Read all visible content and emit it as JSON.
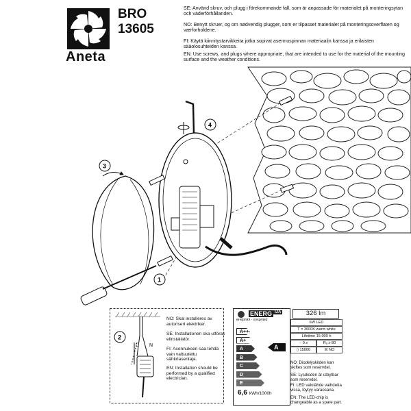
{
  "brand": {
    "name": "Aneta"
  },
  "model": {
    "name": "BRO",
    "number": "13605"
  },
  "instructions": [
    "SE: Använd skruv, och plugg i förekommande fall, som är anpassade för materialet på monteringsytan och väderförhållanden.",
    "NO: Benytt skruer, og om nødvendig plugger, som er tilpasset materialet på monteringsoverflaten og værforholdene.",
    "FI: Käytä kiinnitystarvikkeita jotka sopivat asennuspinnan materiaalin kanssa ja erilaisten sääolosuhteiden kanssa.",
    "EN: Use screws, and plugs where appropriate, that are intended to use for the material of the mounting surface and the weather conditions."
  ],
  "steps": [
    "1",
    "2",
    "3",
    "4"
  ],
  "wiring_labels": {
    "live": "L",
    "neutral": "N"
  },
  "install_notes": [
    "NO: Skal installeres av autorisert elektriker.",
    "SE: Installationen ska utföras elinstallatör.",
    "FI: Asennuksen saa tehdä vain valtuutettu sähköasentaja.",
    "EN: Installation should be performed by a qualified electrician."
  ],
  "energy_label": {
    "header_a": "ENERG",
    "header_b": "енергия · ενεργεια",
    "header_c": "IJA",
    "classes": [
      "A++",
      "A+",
      "A",
      "B",
      "C",
      "D",
      "E"
    ],
    "class_colors": [
      "#1a1a1a",
      "#1a1a1a",
      "#1a1a1a",
      "#1a1a1a",
      "#1a1a1a",
      "#1a1a1a",
      "#1a1a1a"
    ],
    "rating": "A",
    "consumption": "6,6",
    "consumption_unit": "kWh/1000h"
  },
  "product_info": {
    "lumen": "326 lm",
    "power": "6W LED",
    "color_temp": "T = 3000K warm white",
    "lifetime": "Lifetime  15 000 h",
    "warmup": "0 s",
    "cri": "Rₐ ≥ 80",
    "switch_cycles": "15000",
    "dimmable": "NO"
  },
  "led_notes": [
    "NO: Diodelyskilden kan skiftes som reservdel.",
    "SE: Lysdioden är utbytbar som reservdel.",
    "FI: LED valolähde vaihdetta vissa, löytyy varaosana.",
    "EN: The LED-chip is changeable as a spare part."
  ]
}
